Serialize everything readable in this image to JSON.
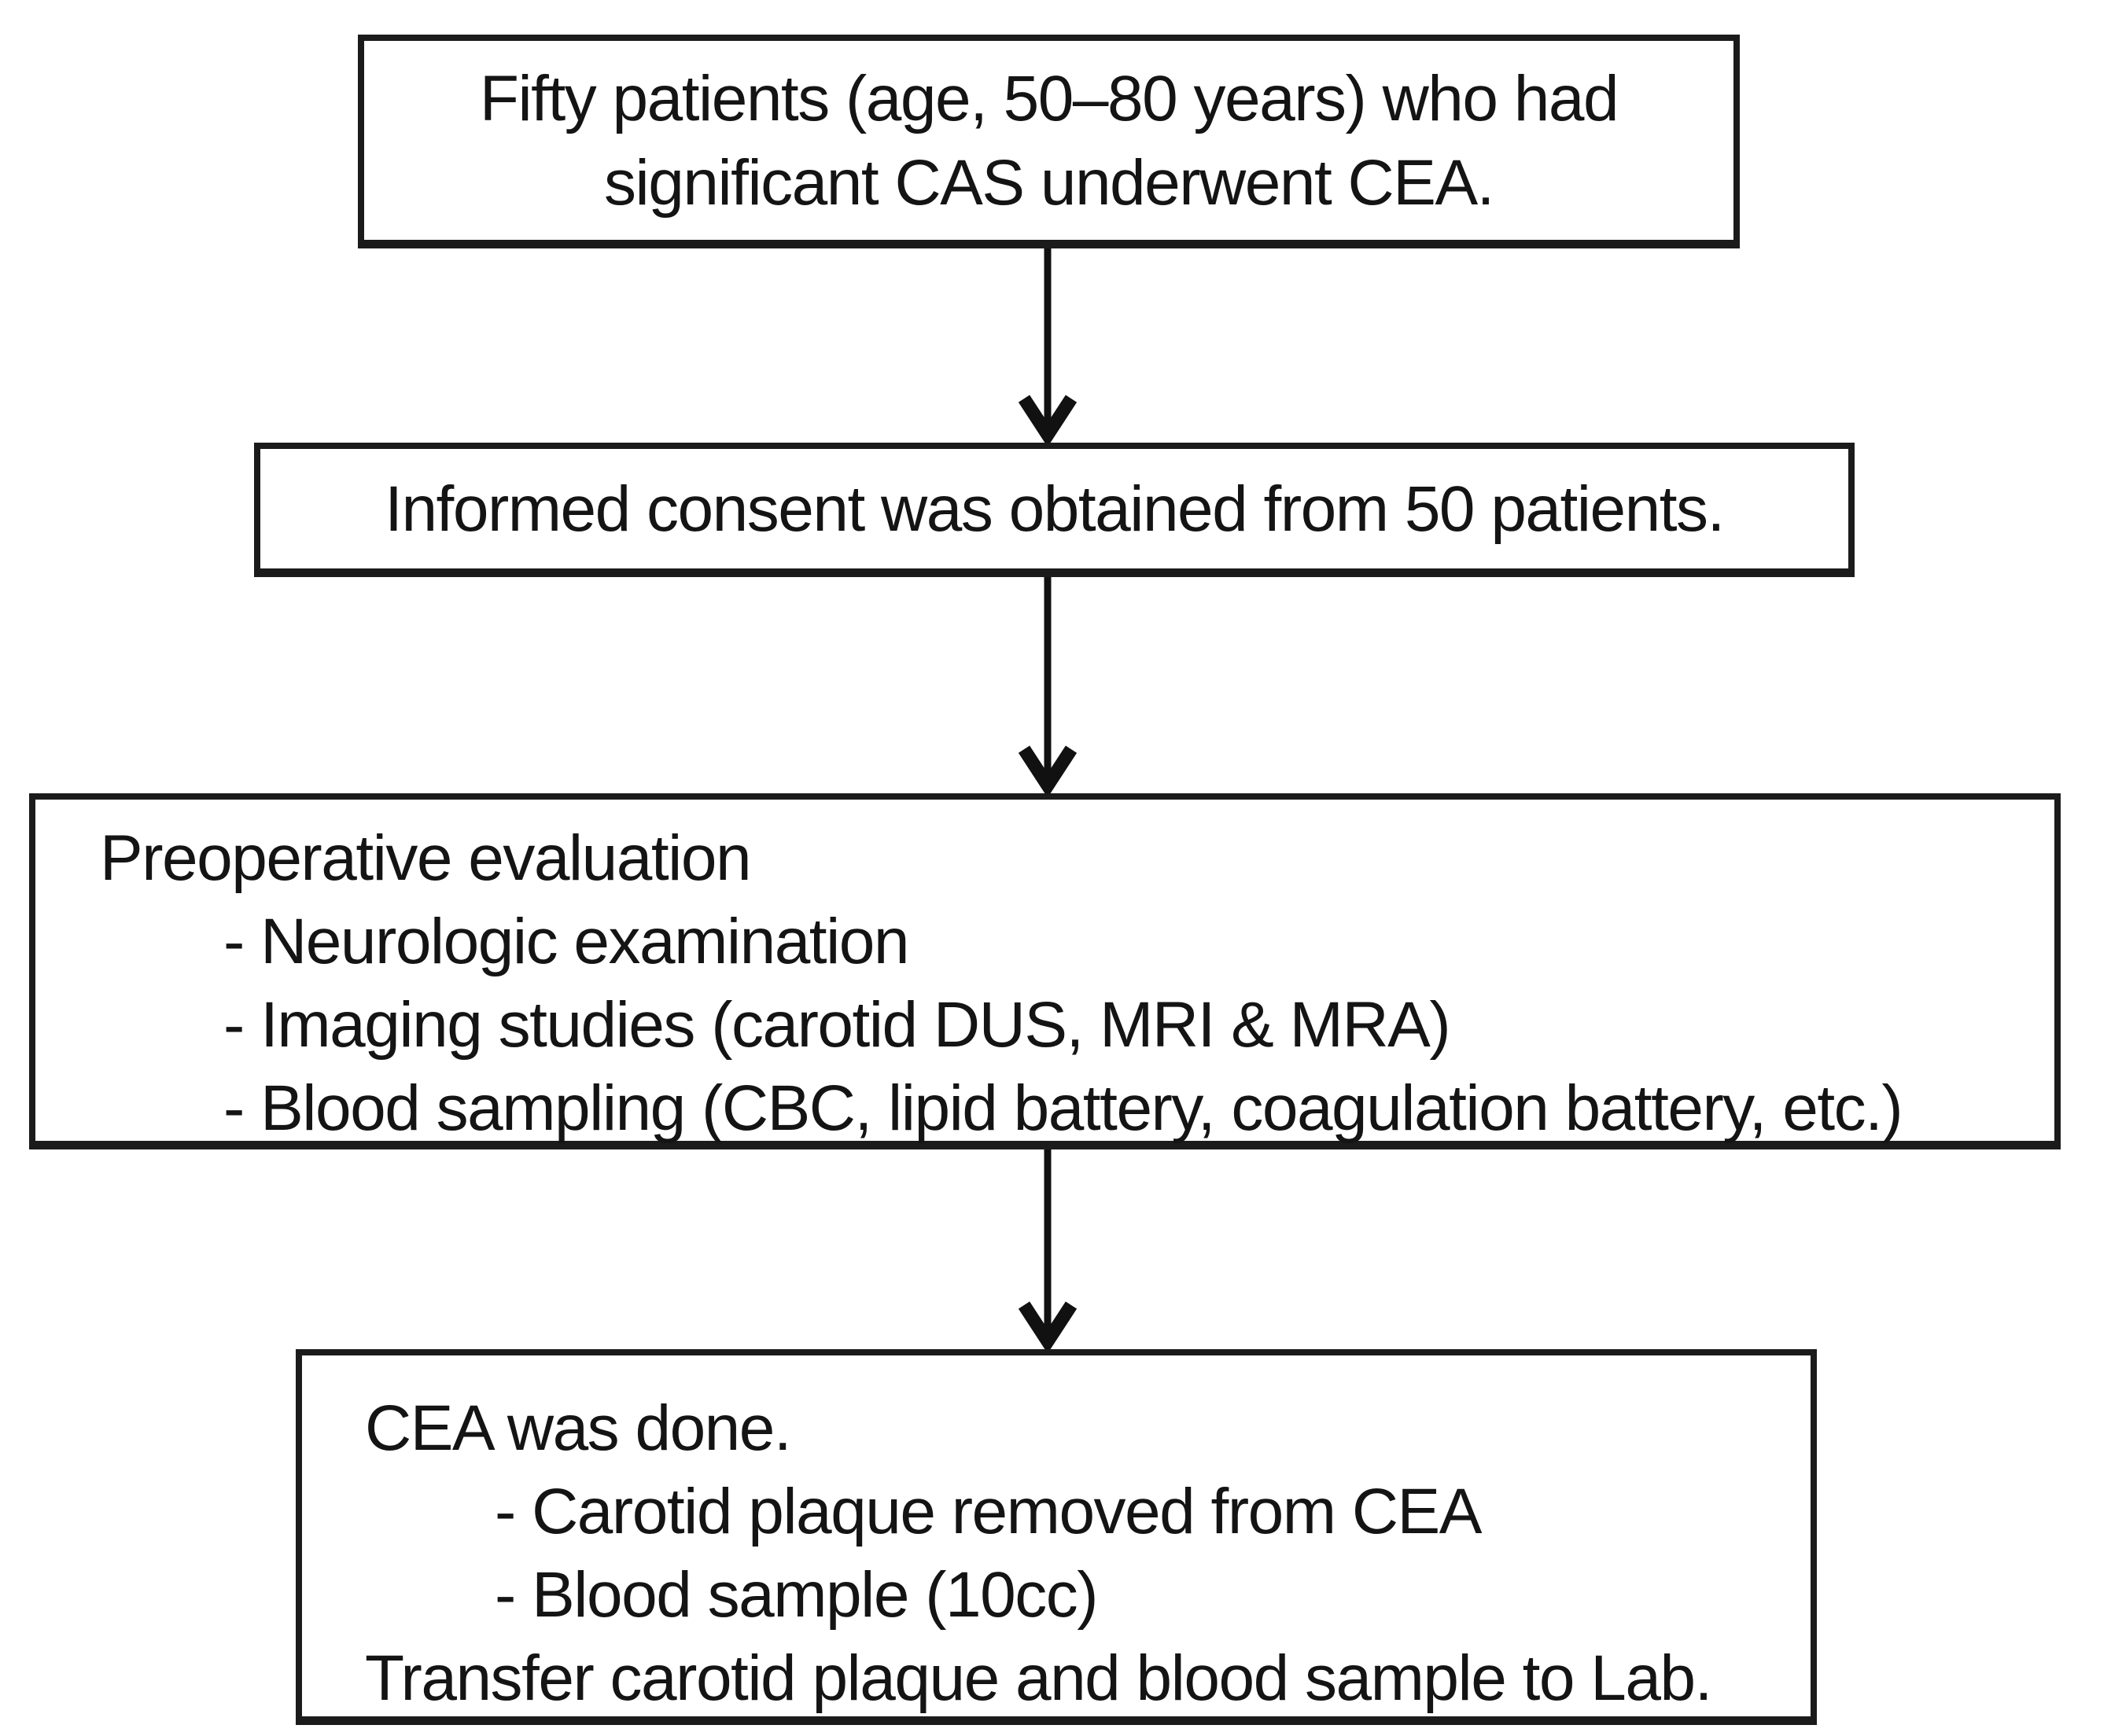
{
  "figure": {
    "type": "flowchart",
    "background": "#ffffff",
    "colors": {
      "box_border": "#1b1b1b",
      "text": "#141414",
      "arrow": "#111111"
    },
    "boxes": [
      {
        "id": "patients",
        "align": "center",
        "lines": [
          "Fifty patients (age, 50–80 years) who had",
          "significant CAS underwent CEA."
        ]
      },
      {
        "id": "consent",
        "align": "center",
        "lines": [
          "Informed consent was obtained from 50 patients."
        ]
      },
      {
        "id": "preoperative-evaluation",
        "align": "left",
        "lines": [
          "Preoperative evaluation",
          "- Neurologic examination",
          "- Imaging studies (carotid DUS, MRI & MRA)",
          "- Blood sampling (CBC, lipid battery, coagulation battery, etc.)"
        ]
      },
      {
        "id": "cea-done",
        "align": "left",
        "lines": [
          "CEA was done.",
          "- Carotid plaque removed from CEA",
          "- Blood sample (10cc)",
          "Transfer carotid plaque and blood sample to Lab."
        ]
      }
    ],
    "connectors": [
      {
        "from": "patients",
        "to": "consent",
        "direction": "down"
      },
      {
        "from": "consent",
        "to": "preoperative-evaluation",
        "direction": "down"
      },
      {
        "from": "preoperative-evaluation",
        "to": "cea-done",
        "direction": "down"
      }
    ]
  }
}
